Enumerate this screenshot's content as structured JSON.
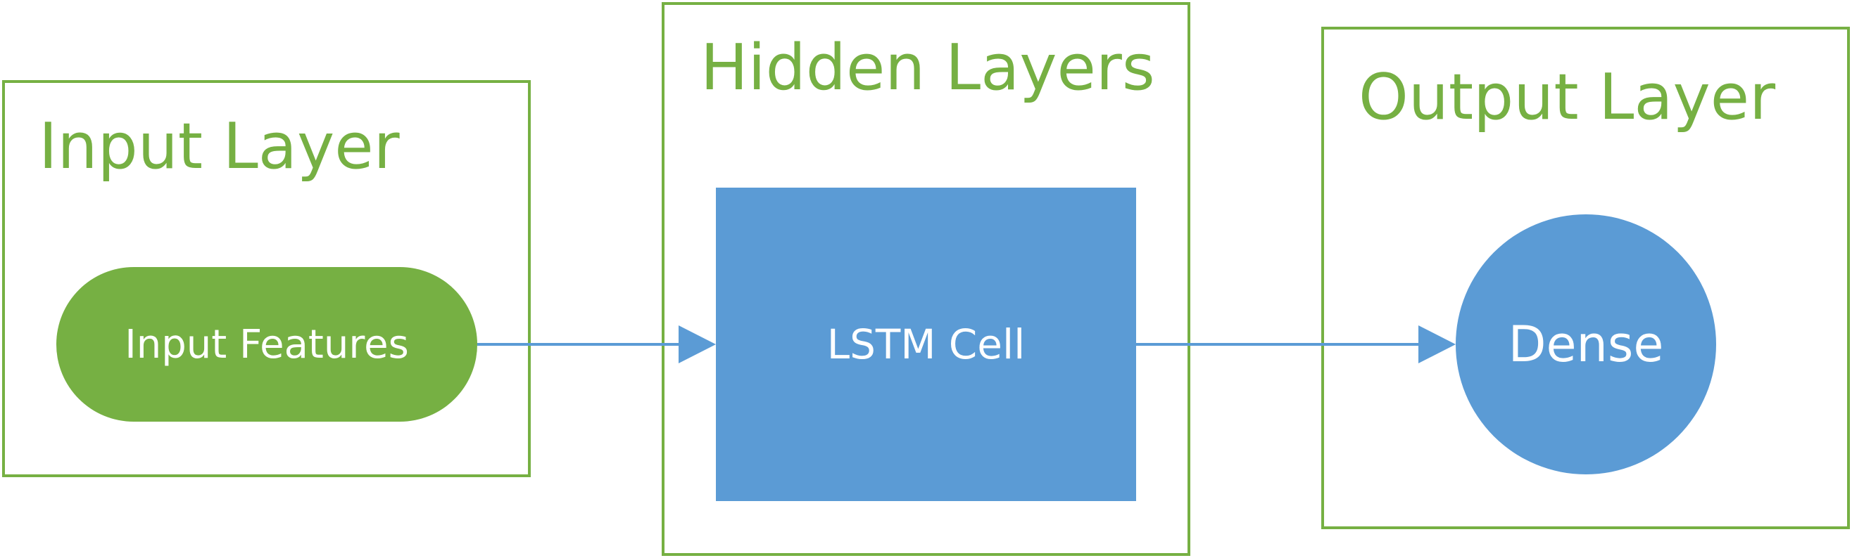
{
  "layers": {
    "input": {
      "title": "Input Layer",
      "node_label": "Input Features"
    },
    "hidden": {
      "title": "Hidden Layers",
      "node_label": "LSTM Cell"
    },
    "output": {
      "title": "Output Layer",
      "node_label": "Dense"
    }
  },
  "colors": {
    "layer_border": "#76b043",
    "input_node": "#76b043",
    "hidden_node": "#5b9bd5",
    "output_node": "#5b9bd5",
    "arrow": "#5b9bd5"
  },
  "edges": [
    {
      "from": "Input Features",
      "to": "LSTM Cell"
    },
    {
      "from": "LSTM Cell",
      "to": "Dense"
    }
  ]
}
